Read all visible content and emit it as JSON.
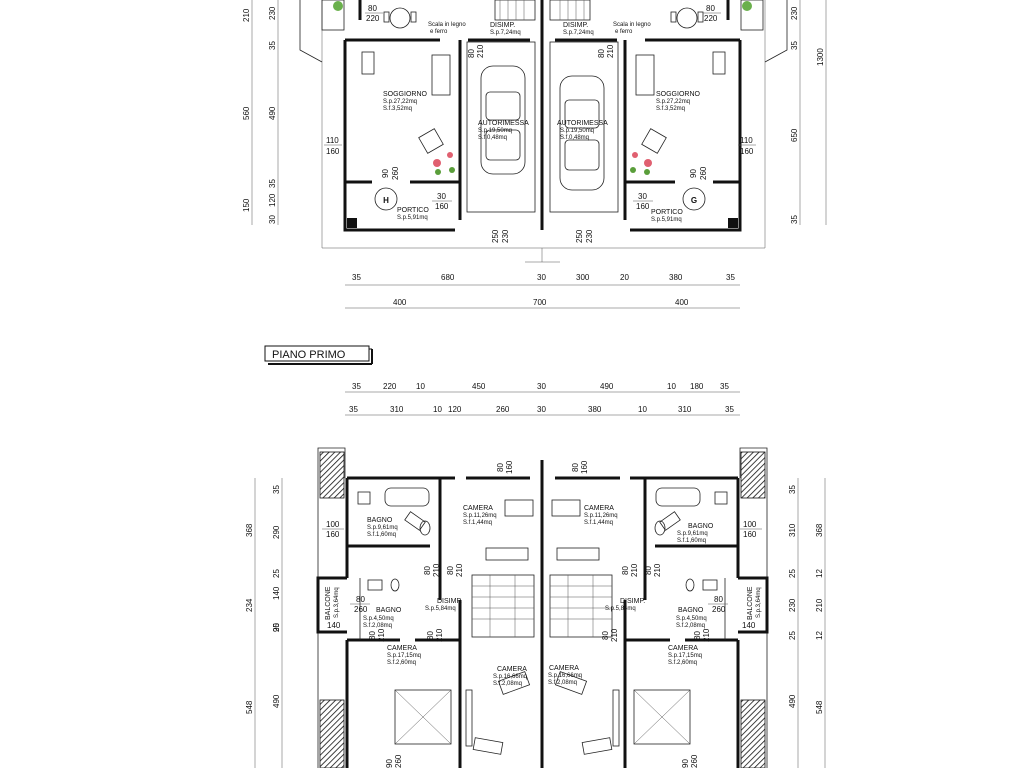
{
  "section_title": "PIANO PRIMO",
  "ground": {
    "unit_left_label": "H",
    "unit_right_label": "G",
    "rooms": {
      "soggiorno": {
        "name": "SOGGIORNO",
        "sp": "S.p.27,22mq",
        "sf": "S.f.3,52mq"
      },
      "autorimessa_left": {
        "name": "AUTORIMESSA",
        "sp": "S.p.19,50mq",
        "sf": "S.f.0,48mq"
      },
      "autorimessa_right": {
        "name": "AUTORIMESSA",
        "sp": "S.p.19,50mq",
        "sf": "S.f.0,48mq"
      },
      "disimp": {
        "name": "DISIMP.",
        "sp": "S.p.7,24mq"
      },
      "portico": {
        "name": "PORTICO",
        "sp": "S.p.5,91mq"
      },
      "scala": {
        "line1": "Scala in legno",
        "line2": "e ferro"
      }
    },
    "dims_left_outer": [
      "210",
      "560",
      "150"
    ],
    "dims_left_inner": [
      "230",
      "35",
      "490",
      "35",
      "120",
      "30"
    ],
    "dims_right_outer": [
      "1300"
    ],
    "dims_right_inner": [
      "230",
      "35",
      "650",
      "35"
    ],
    "openings": {
      "top_left": [
        "80",
        "220"
      ],
      "top_right": [
        "80",
        "220"
      ],
      "window_left": [
        "110",
        "160"
      ],
      "window_right": [
        "110",
        "160"
      ],
      "door_left": [
        "90",
        "260"
      ],
      "door_right": [
        "90",
        "260"
      ],
      "portico_left": [
        "30",
        "160"
      ],
      "portico_right": [
        "30",
        "160"
      ],
      "disimp_door_left": [
        "80",
        "210"
      ],
      "disimp_door_right": [
        "80",
        "210"
      ],
      "garage_left": [
        "250",
        "230"
      ],
      "garage_right": [
        "250",
        "230"
      ]
    },
    "dims_bottom_row1": [
      "35",
      "680",
      "30",
      "300",
      "20",
      "380",
      "35"
    ],
    "dims_bottom_row2": [
      "400",
      "700",
      "400"
    ]
  },
  "first": {
    "dims_top_row1": [
      "35",
      "220",
      "10",
      "450",
      "30",
      "490",
      "10",
      "180",
      "35"
    ],
    "dims_top_row2": [
      "35",
      "310",
      "10",
      "120",
      "260",
      "30",
      "380",
      "10",
      "310",
      "35"
    ],
    "dims_left_outer": [
      "368",
      "234",
      "548"
    ],
    "dims_left_inner": [
      "35",
      "290",
      "25",
      "140",
      "25",
      "90",
      "490"
    ],
    "dims_right_outer": [
      "368",
      "548"
    ],
    "dims_right_inner": [
      "35",
      "310",
      "25",
      "12",
      "210",
      "230",
      "12",
      "25",
      "490"
    ],
    "rooms": {
      "bagno_big": {
        "name": "BAGNO",
        "sp": "S.p.9,61mq",
        "sf": "S.f.1,60mq"
      },
      "bagno_small": {
        "name": "BAGNO",
        "sp": "S.p.4,50mq",
        "sf": "S.f.2,08mq"
      },
      "camera_top": {
        "name": "CAMERA",
        "sp": "S.p.11,26mq",
        "sf": "S.f.1,44mq"
      },
      "camera_left": {
        "name": "CAMERA",
        "sp": "S.p.17,15mq",
        "sf": "S.f.2,60mq"
      },
      "camera_center": {
        "name": "CAMERA",
        "sp": "S.p.16,66mq",
        "sf": "S.f.2,08mq"
      },
      "disimp": {
        "name": "DISIMP.",
        "sp": "S.p.5,84mq"
      },
      "balcone": {
        "name": "BALCONE",
        "sp": "S.p.3,64mq"
      }
    },
    "openings": {
      "top_door_left": [
        "80",
        "160"
      ],
      "top_door_right": [
        "80",
        "160"
      ],
      "bagno_window": [
        "100",
        "160"
      ],
      "balcone_door": [
        "80",
        "260"
      ],
      "balcone_width": "140",
      "bagno_door_a": [
        "80",
        "210"
      ],
      "bagno_door_b": [
        "80",
        "210"
      ],
      "camera_door_a": [
        "80",
        "210"
      ],
      "camera_door_b": [
        "80",
        "210"
      ],
      "bottom_door": [
        "90",
        "260"
      ]
    }
  }
}
